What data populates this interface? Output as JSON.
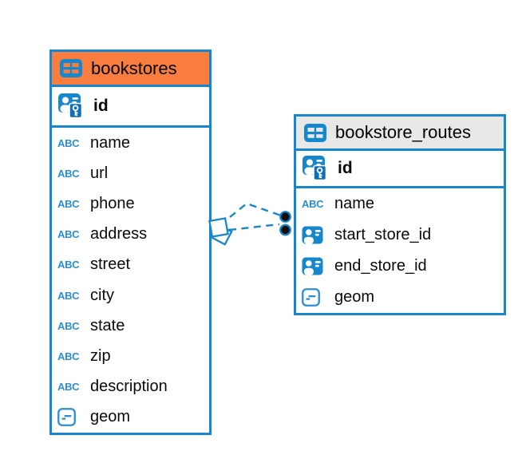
{
  "diagram": {
    "tables": [
      {
        "name": "bookstores",
        "header_style": "orange",
        "primary_key": {
          "name": "id",
          "type": "primary-key"
        },
        "fields": [
          {
            "name": "name",
            "type": "text"
          },
          {
            "name": "url",
            "type": "text"
          },
          {
            "name": "phone",
            "type": "text"
          },
          {
            "name": "address",
            "type": "text"
          },
          {
            "name": "street",
            "type": "text"
          },
          {
            "name": "city",
            "type": "text"
          },
          {
            "name": "state",
            "type": "text"
          },
          {
            "name": "zip",
            "type": "text"
          },
          {
            "name": "description",
            "type": "text"
          },
          {
            "name": "geom",
            "type": "geometry"
          }
        ]
      },
      {
        "name": "bookstore_routes",
        "header_style": "gray",
        "primary_key": {
          "name": "id",
          "type": "primary-key"
        },
        "fields": [
          {
            "name": "name",
            "type": "text"
          },
          {
            "name": "start_store_id",
            "type": "foreign-key"
          },
          {
            "name": "end_store_id",
            "type": "foreign-key"
          },
          {
            "name": "geom",
            "type": "geometry"
          }
        ]
      }
    ],
    "relationship": {
      "from_table": "bookstores",
      "to_table": "bookstore_routes",
      "line_style": "dashed",
      "from_marker": "stacked-diamond",
      "to_marker": "two-filled-circles",
      "link_count": 2
    },
    "colors": {
      "accent_blue": "#1787cd",
      "orange_header": "#f87d3e",
      "gray_header": "#e8e8e8",
      "circle_fill": "#0d0d0d"
    }
  },
  "icons": {
    "text_type_label": "ABC"
  }
}
